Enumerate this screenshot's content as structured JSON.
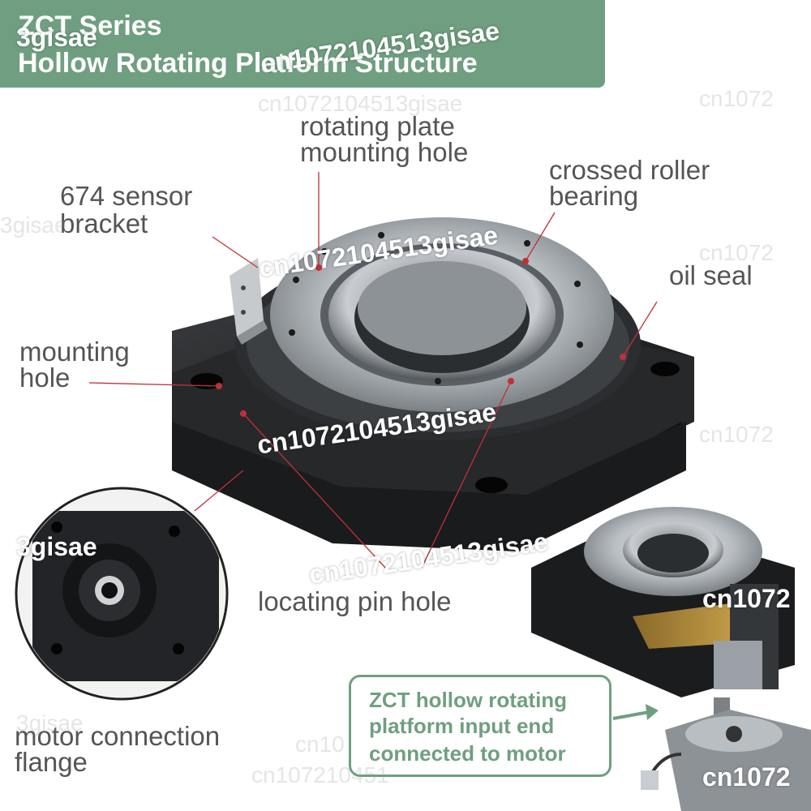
{
  "header": {
    "title_line1": "ZCT Series",
    "title_line2": "Hollow Rotating Platform Structure",
    "background_color": "#6f9f80"
  },
  "labels": {
    "rotating_plate_line1": "rotating plate",
    "rotating_plate_line2": "mounting hole",
    "crossed_roller_line1": "crossed roller",
    "crossed_roller_line2": "bearing",
    "sensor_line1": "674 sensor",
    "sensor_line2": "bracket",
    "oil_seal": "oil seal",
    "mounting_line1": "mounting",
    "mounting_line2": "hole",
    "locating_pin": "locating pin hole",
    "motor_line1": "motor connection",
    "motor_line2": "flange"
  },
  "callout": {
    "line1": "ZCT hollow rotating",
    "line2": "platform input end",
    "line3": "connected to motor",
    "color": "#6f9f80"
  },
  "watermarks": {
    "store_id": "cn1072104513gisae",
    "fragment_a": "3gisae",
    "fragment_b": "cn1072",
    "fragment_c": "cn10",
    "fragment_d": "3gisae",
    "fragment_e": "cn107210451"
  },
  "colors": {
    "leader_line": "#c0303a",
    "product_metal": "#9aa0a6",
    "product_body": "#1d1e20"
  }
}
